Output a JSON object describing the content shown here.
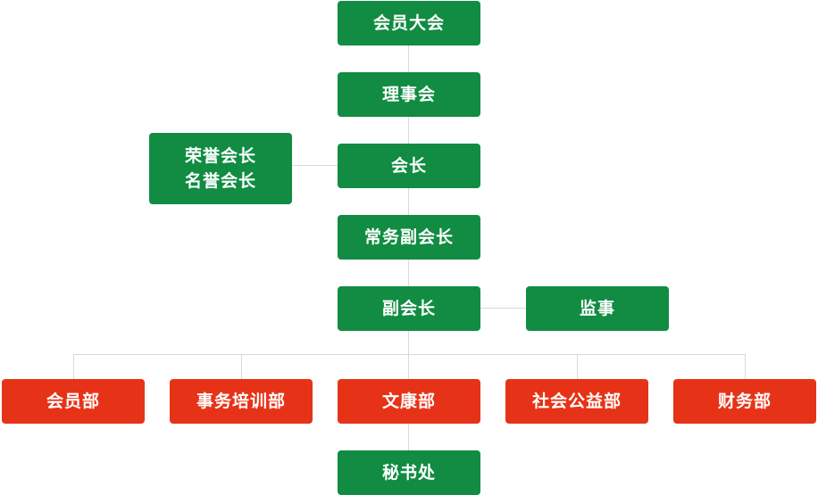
{
  "colors": {
    "leadership": "#118c42",
    "department": "#e63317",
    "connector": "#d9d9d9"
  },
  "chart": {
    "general_assembly": "会员大会",
    "council": "理事会",
    "president": "会长",
    "honorary": {
      "line1": "荣誉会长",
      "line2": "名誉会长"
    },
    "executive_vp": "常务副会长",
    "vice_president": "副会长",
    "supervisor": "监事",
    "departments": [
      "会员部",
      "事务培训部",
      "文康部",
      "社会公益部",
      "财务部"
    ],
    "secretariat": "秘书处"
  }
}
